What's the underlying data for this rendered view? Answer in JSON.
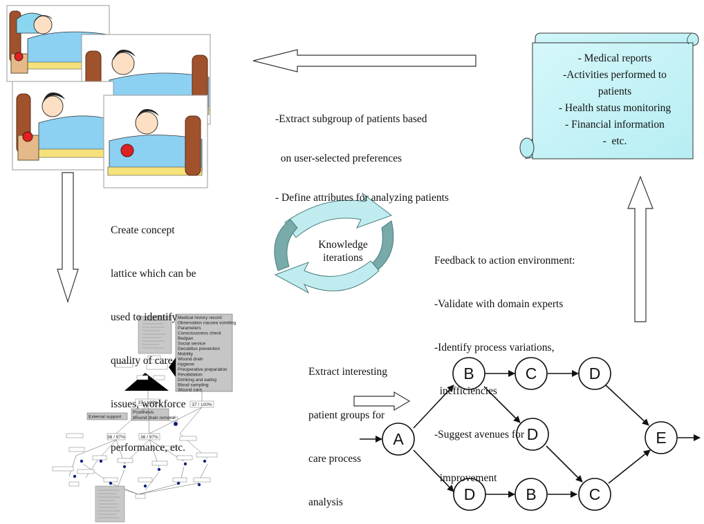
{
  "scroll": {
    "lines": [
      "- Medical reports",
      "-Activities performed to",
      "patients",
      "- Health status monitoring",
      "- Financial information",
      "-  etc."
    ]
  },
  "extract_subgroup": {
    "line1": "-Extract subgroup of patients based",
    "line2": "  on user-selected preferences",
    "line3": "- Define attributes for analyzing patients"
  },
  "concept_lattice_text": {
    "lines": [
      "Create concept",
      "lattice which can be",
      "used to identify",
      "quality of care",
      "issues, workforce",
      "performance, etc."
    ]
  },
  "cycle": {
    "line1": "Knowledge",
    "line2": "iterations"
  },
  "feedback": {
    "lines": [
      "Feedback to action environment:",
      "-Validate with domain experts",
      "-Identify process variations,",
      "  inefficiencies",
      "-Suggest avenues for",
      "  improvement"
    ]
  },
  "extract_groups": {
    "lines": [
      "Extract interesting",
      "patient groups for",
      "care process",
      "analysis"
    ]
  },
  "process_graph": {
    "nodes": [
      "A",
      "B",
      "C",
      "D",
      "D",
      "E",
      "D",
      "B",
      "C"
    ]
  },
  "lattice_figure": {
    "box_lines": [
      "Medical history record",
      "Observation nausea vomiting",
      "Parameters",
      "Consciousness check",
      "Bedpan",
      "Social service",
      "Decubitus prevention",
      "Mobility",
      "Wound drain",
      "Hygiene",
      "Preoperative preparation",
      "Revalidation",
      "Drinking and eating",
      "Blood sampling",
      "Wound care"
    ],
    "node_37a": "37 / 100%",
    "node_37b": "37 / 100%",
    "node_36a": "36 / 97%",
    "node_36b": "36 / 97%",
    "ext_support": "External support",
    "prosthesis_line1": "Prosthesis",
    "prosthesis_line2": "Wound drain removal"
  },
  "colors": {
    "scroll_fill": "#c6f3f7",
    "cycle_dark": "#78aaaa",
    "cycle_light": "#c0ecf0"
  }
}
